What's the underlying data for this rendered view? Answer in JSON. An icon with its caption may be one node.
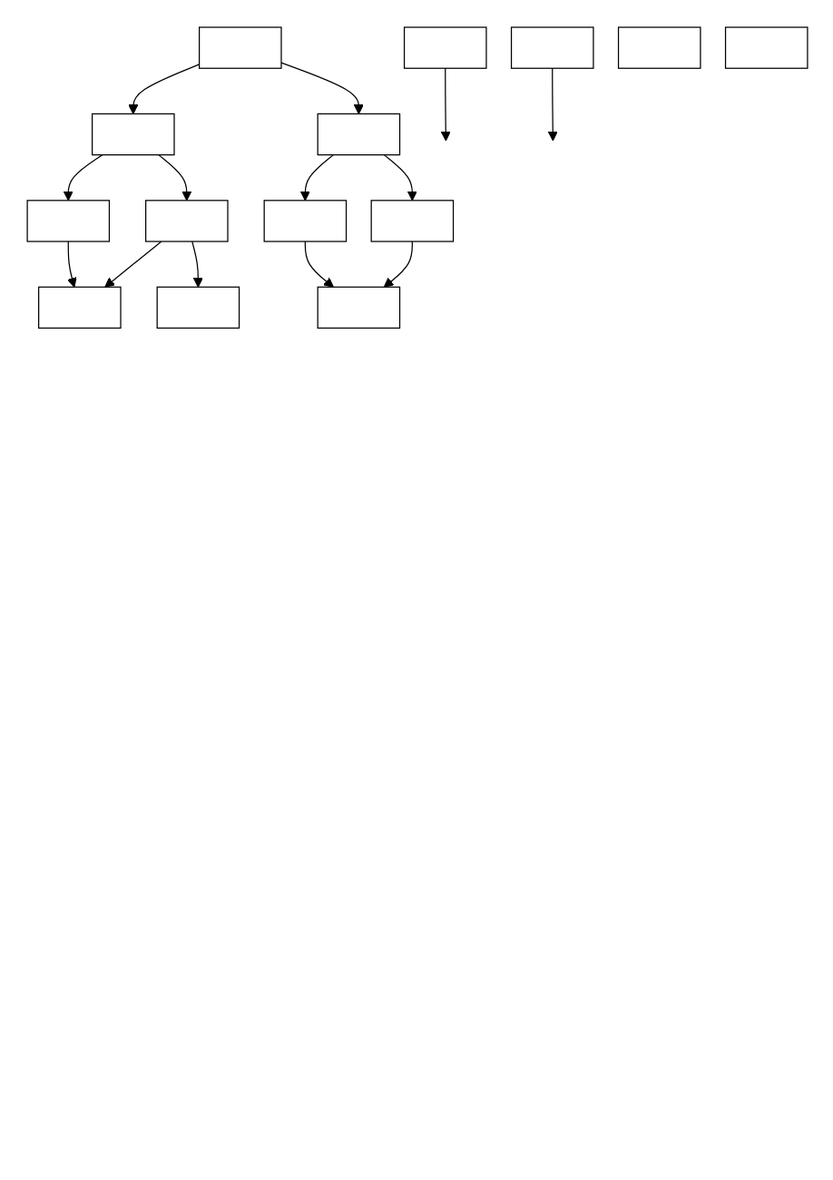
{
  "diagram": {
    "nodes": [
      {
        "text": [],
        "shape": "box"
      },
      {
        "text": [],
        "shape": "box"
      },
      {
        "text": [],
        "shape": "box"
      },
      {
        "text": [],
        "shape": "box"
      },
      {
        "text": [],
        "shape": "box"
      },
      {
        "text": [],
        "shape": "box"
      },
      {
        "text": [],
        "shape": "box"
      },
      {
        "text": [],
        "shape": "box"
      },
      {
        "text": [],
        "shape": "box"
      },
      {
        "text": [],
        "shape": "box"
      },
      {
        "text": [],
        "shape": "box"
      },
      {
        "text": [],
        "shape": "box"
      },
      {
        "text": [],
        "shape": "box"
      },
      {
        "text": [],
        "shape": "box"
      }
    ],
    "edges": [
      {
        "from": 0,
        "to": 3,
        "arrow": "to"
      },
      {
        "from": 0,
        "to": 5,
        "arrow": "to"
      },
      {
        "from": 1,
        "to": null,
        "arrow": "to"
      },
      {
        "from": 2,
        "to": null,
        "arrow": "to"
      },
      {
        "from": 3,
        "to": 6,
        "arrow": "to"
      },
      {
        "from": 3,
        "to": 7,
        "arrow": "to"
      },
      {
        "from": 5,
        "to": 8,
        "arrow": "to"
      },
      {
        "from": 5,
        "to": 9,
        "arrow": "to"
      },
      {
        "from": 6,
        "to": 11,
        "arrow": "to"
      },
      {
        "from": 7,
        "to": 11,
        "arrow": "to"
      },
      {
        "from": 7,
        "to": 12,
        "arrow": "to"
      },
      {
        "from": 8,
        "to": 13,
        "arrow": "to"
      },
      {
        "from": 9,
        "to": 13,
        "arrow": "to"
      }
    ]
  }
}
